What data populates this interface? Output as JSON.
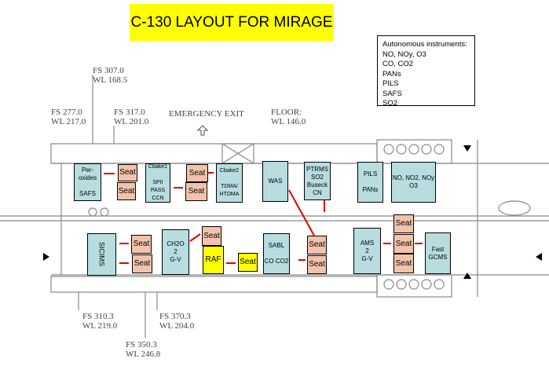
{
  "title": "C-130 LAYOUT FOR MIRAGE",
  "autonomous": {
    "heading": "Autonomous instruments:",
    "items": [
      "NO, NOy, O3",
      "CO, CO2",
      "PANs",
      "PILS",
      "SAFS",
      "SO2"
    ]
  },
  "labels": {
    "fs307": "FS 307.0\nWL 168.5",
    "fs277": "FS 277.0\nWL 217.0",
    "fs317": "FS 317.0\nWL 201.0",
    "exit": "EMERGENCY EXIT",
    "floor": "FLOOR:\nWL 146.0",
    "fs310": "FS 310.3\nWL 219.0",
    "fs370": "FS 370.3\nWL 204.0",
    "fs350": "FS 350.3\nWL 246.8"
  },
  "instruments": {
    "peroxides": "Per-\noxides\n\nSAFS",
    "cbake1": "Cbake1\n\nSPII\nPASS\nCCN",
    "cbake2": "Cbake2\n\nTDMA/\nHTDMA",
    "was": "WAS",
    "ptrms": "PTRMS\nSO2\nBuseck\nCN",
    "pils": "PILS\n\nPANs",
    "no": "NO, NO2, NOy\nO3",
    "sicims": "SICIMS",
    "ch2o": "CH2O\n2\nG-V",
    "raf": "RAF",
    "sabl": "SABL\n\nCO CO2",
    "ams": "AMS\n2\nG-V",
    "fast": "Fast\nGCMS"
  },
  "seat_label": "Seat"
}
